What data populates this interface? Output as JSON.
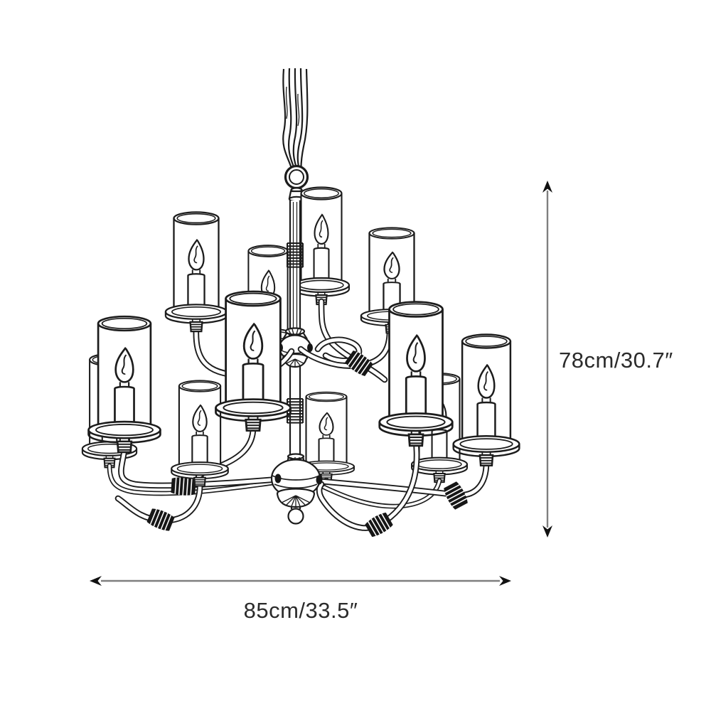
{
  "figure": {
    "subject": "Line drawing of a 12-light two-tier candle chandelier with cylindrical glass shades",
    "candles_count": 12,
    "tiers": 2
  },
  "dimensions": {
    "height_label": "78cm/30.7″",
    "width_label": "85cm/33.5″"
  },
  "style": {
    "background": "#ffffff",
    "line_color": "#1c1c1c",
    "dimension_line_color": "#7f7f7f",
    "arrowhead_color": "#111111",
    "label_color": "#2b2b2b"
  }
}
